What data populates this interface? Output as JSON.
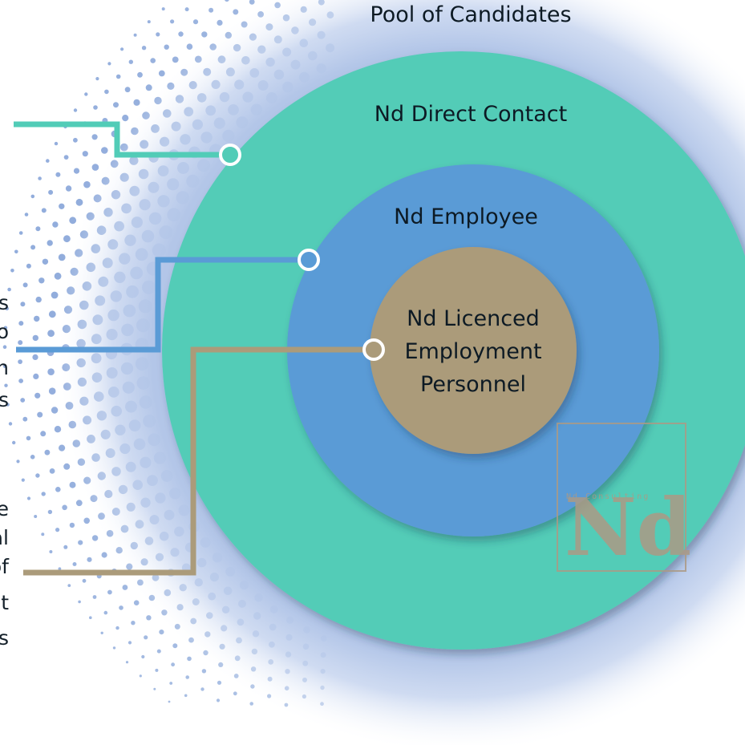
{
  "diagram": {
    "rings": [
      {
        "key": "pool",
        "label": "Pool of Candidates",
        "color": "#b5c8e8"
      },
      {
        "key": "direct_contact",
        "label": "Nd Direct Contact",
        "color": "#52ccb7"
      },
      {
        "key": "employee",
        "label": "Nd Employee",
        "color": "#5a9bd6"
      },
      {
        "key": "licenced",
        "label_lines": [
          "Nd Licenced",
          "Employment",
          "Personnel"
        ],
        "color": "#ab9b7a"
      }
    ],
    "connector_colors": {
      "direct_contact": "#52ccb7",
      "employee": "#5a9bd6",
      "licenced": "#ab9b7a"
    },
    "left_text_fragments": {
      "employee": [
        "s",
        "o",
        "n",
        "s"
      ],
      "licenced": [
        "e",
        "al",
        "of",
        "t",
        "s"
      ]
    }
  },
  "watermark": {
    "letters": "Nd",
    "small_text": "Nd Consulting"
  },
  "colors": {
    "dots": "#7f9fd6",
    "glow": "#b3c6e8",
    "marker_fill": "#ffffff"
  }
}
